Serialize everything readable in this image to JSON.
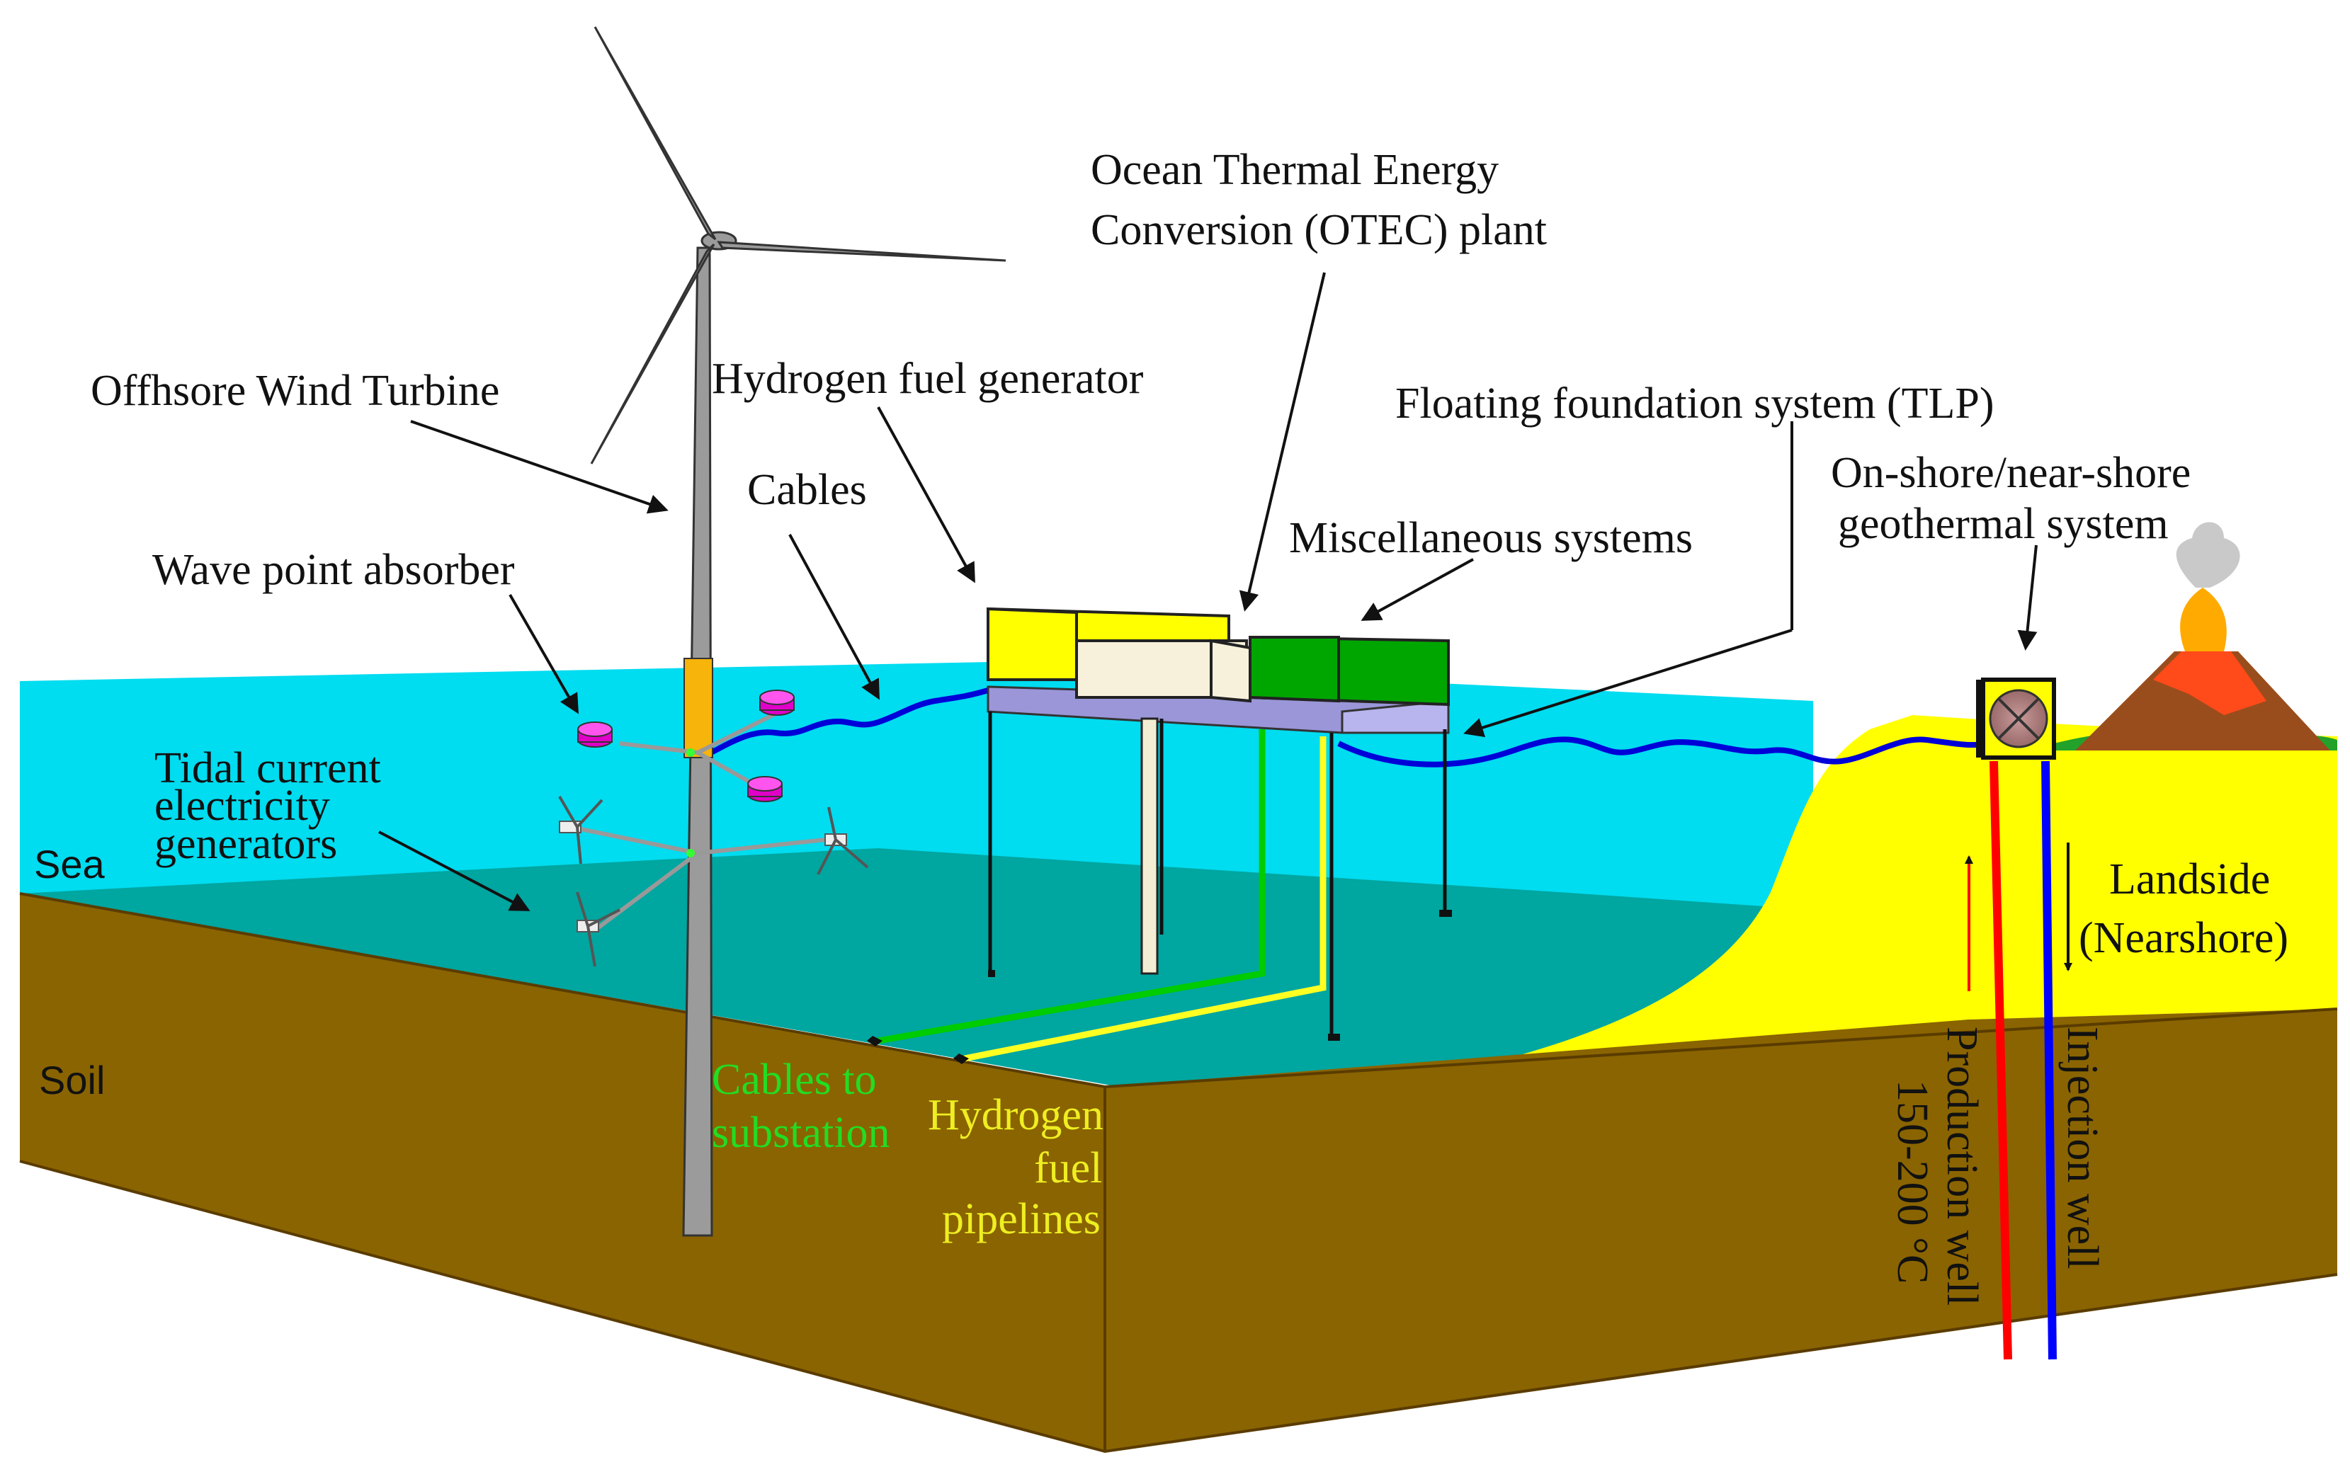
{
  "labels": {
    "wind_turbine": "Offhsore Wind Turbine",
    "hydrogen_generator": "Hydrogen fuel generator",
    "otec_line1": "Ocean Thermal Energy",
    "otec_line2": "Conversion (OTEC) plant",
    "floating_foundation": "Floating foundation system (TLP)",
    "geothermal_line1": "On-shore/near-shore",
    "geothermal_line2": "geothermal system",
    "cables": "Cables",
    "misc_systems": "Miscellaneous systems",
    "wave_absorber": "Wave point absorber",
    "tidal_line1": "Tidal current",
    "tidal_line2": "electricity",
    "tidal_line3": "generators",
    "sea": "Sea",
    "soil": "Soil",
    "landside_line1": "Landside",
    "landside_line2": "(Nearshore)",
    "cables_substation_line1": "Cables to",
    "cables_substation_line2": "substation",
    "hydrogen_pipelines_line1": "Hydrogen",
    "hydrogen_pipelines_line2": "fuel",
    "hydrogen_pipelines_line3": "pipelines",
    "production_well_line1": "Production well",
    "production_well_line2": "150-200 °C",
    "injection_well": "Injection well"
  },
  "colors": {
    "sea_surface": "#00dcf0",
    "seabed": "#00a6a0",
    "soil": "#8a6400",
    "soil_dark": "#6b4a00",
    "sand": "#ffff00",
    "cable": "#0000d8",
    "production_well": "#ff0000",
    "injection_well": "#0000ff",
    "power_cable": "#00cc00",
    "hydrogen_pipe": "#ffff22",
    "absorber": "#e000c8"
  }
}
